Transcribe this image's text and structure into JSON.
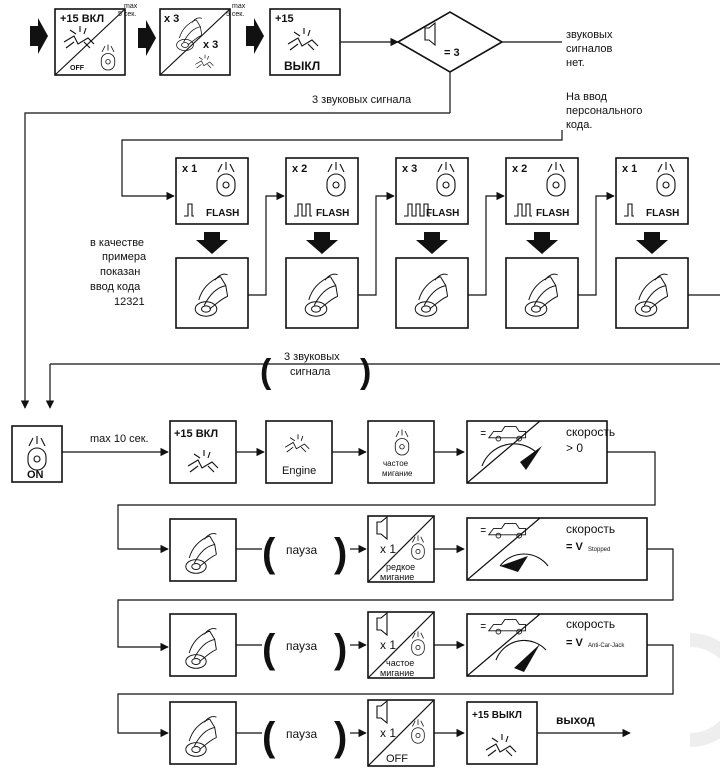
{
  "top_row": {
    "box1": {
      "title": "+15 ВКЛ",
      "sub": "OFF"
    },
    "box2": {
      "title": "x 3",
      "sub": "x 3"
    },
    "box3": {
      "title": "+15",
      "sub": "ВЫКЛ"
    },
    "max_label_1": "max\n5 сек.",
    "max_label_2": "max\n5 сек.",
    "decision": "= 3",
    "no_signals": "звуковых\nсигналов\nнет.",
    "to_code": "На ввод\nперсонального\nкода.",
    "three_signals": "3 звуковых сигнала"
  },
  "code_row": {
    "steps": [
      {
        "count": "x 1",
        "flash": "FLASH"
      },
      {
        "count": "x 2",
        "flash": "FLASH"
      },
      {
        "count": "x 3",
        "flash": "FLASH"
      },
      {
        "count": "x 2",
        "flash": "FLASH"
      },
      {
        "count": "x 1",
        "flash": "FLASH"
      }
    ],
    "example_note": "в качестве\nпримера\nпоказан\nввод кода\n12321",
    "three_signals": "3 звуковых\nсигнала"
  },
  "sequence": {
    "on_label": "ON",
    "max_time": "max 10 сек.",
    "ignition_on": "+15 ВКЛ",
    "engine": "Engine",
    "fast_blink": "частое\nмигание",
    "speed_gt0": "скорость\n> 0",
    "pause": "пауза",
    "row2": {
      "count": "x 1",
      "blink": "редкое\nмигание",
      "speed": "скорость",
      "v_main": "= V",
      "v_sub": "Stopped"
    },
    "row3": {
      "count": "x 1",
      "blink": "частое\nмигание",
      "speed": "скорость",
      "v_main": "= V",
      "v_sub": "Anti-Car-Jack"
    },
    "row4": {
      "count": "x 1",
      "off": "OFF",
      "ignition_off": "+15 ВЫКЛ",
      "exit": "выход"
    }
  }
}
